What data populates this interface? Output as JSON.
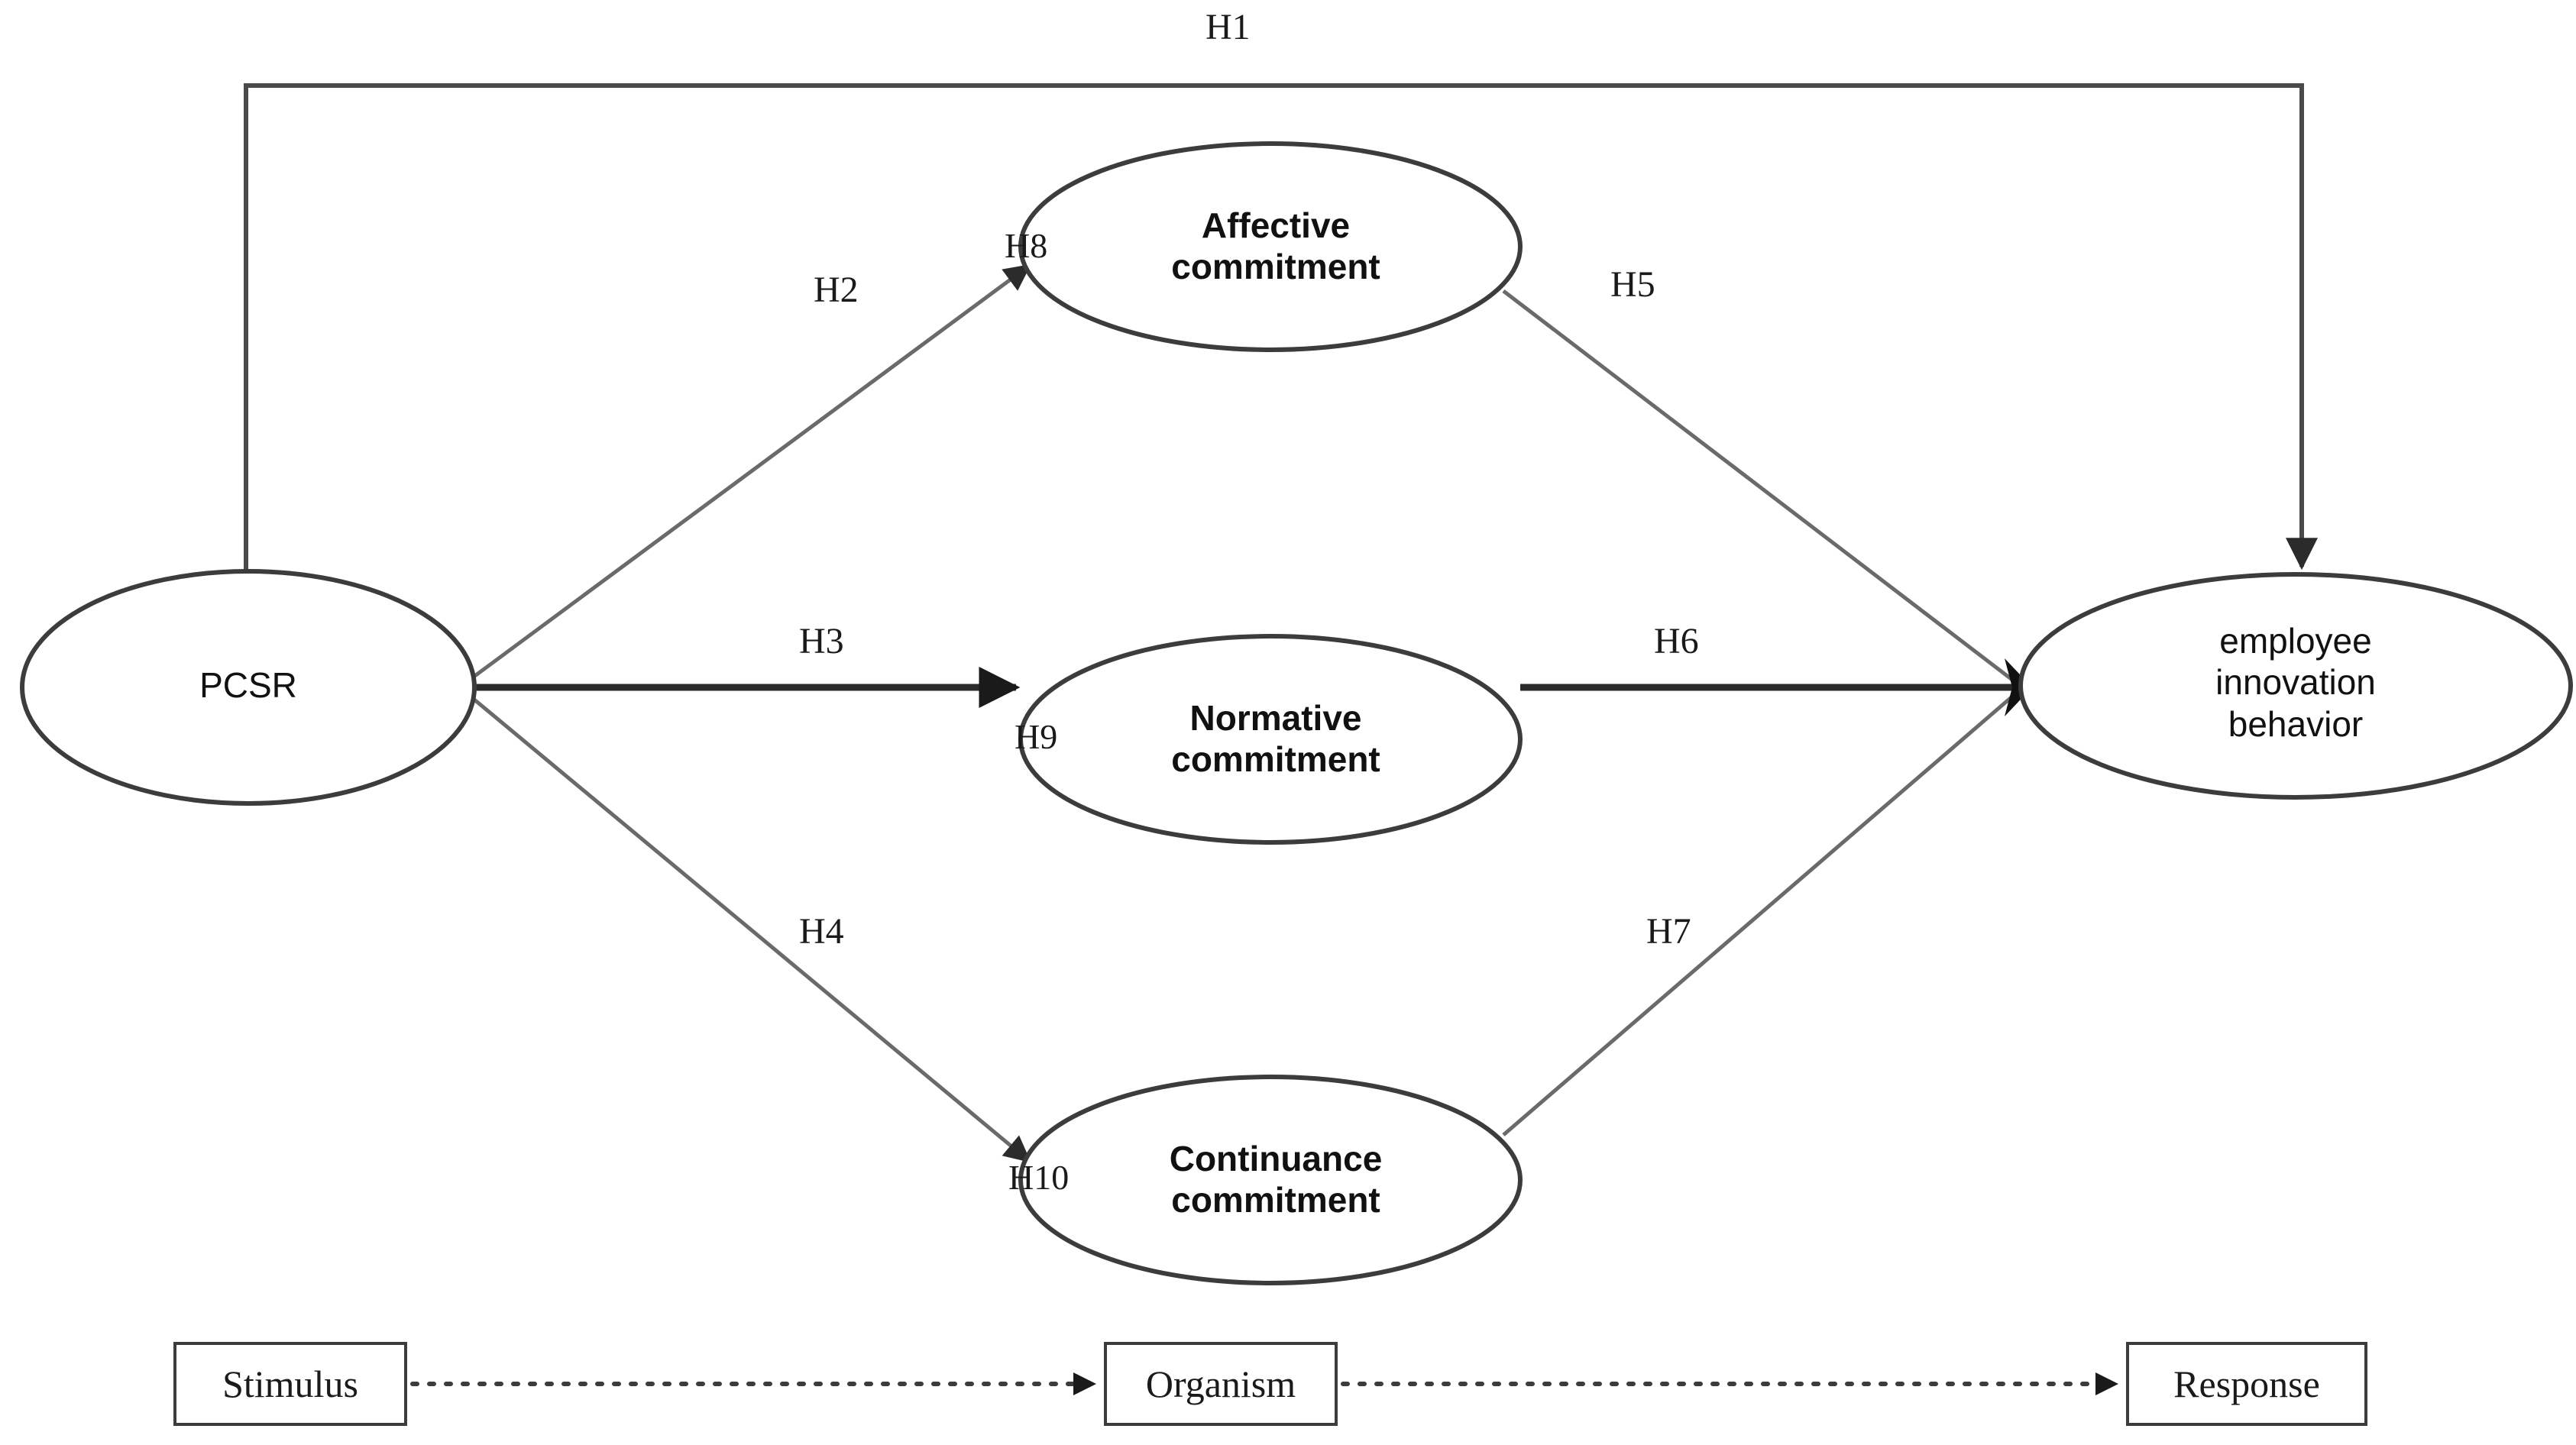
{
  "diagram": {
    "title": "PCSR employee innovation behavior research model",
    "background_color": "#ffffff",
    "line_color": "#4a4a4a",
    "bold_line_color": "#2b2b2b",
    "text_color": "#1a1a1a"
  },
  "nodes": [
    {
      "id": "pcsr",
      "label": "PCSR",
      "shape": "ellipse"
    },
    {
      "id": "affective",
      "label": "Affective\ncommitment",
      "shape": "ellipse"
    },
    {
      "id": "normative",
      "label": "Normative\ncommitment",
      "shape": "ellipse"
    },
    {
      "id": "continuance",
      "label": "Continuance\ncommitment",
      "shape": "ellipse"
    },
    {
      "id": "eib",
      "label": "employee\ninnovation\nbehavior",
      "shape": "ellipse"
    }
  ],
  "hypotheses": {
    "h1": "H1",
    "h2": "H2",
    "h3": "H3",
    "h4": "H4",
    "h5": "H5",
    "h6": "H6",
    "h7": "H7",
    "h8": "H8",
    "h9": "H9",
    "h10": "H10"
  },
  "sor_boxes": [
    {
      "id": "stimulus",
      "label": "Stimulus"
    },
    {
      "id": "organism",
      "label": "Organism"
    },
    {
      "id": "response",
      "label": "Response"
    }
  ]
}
